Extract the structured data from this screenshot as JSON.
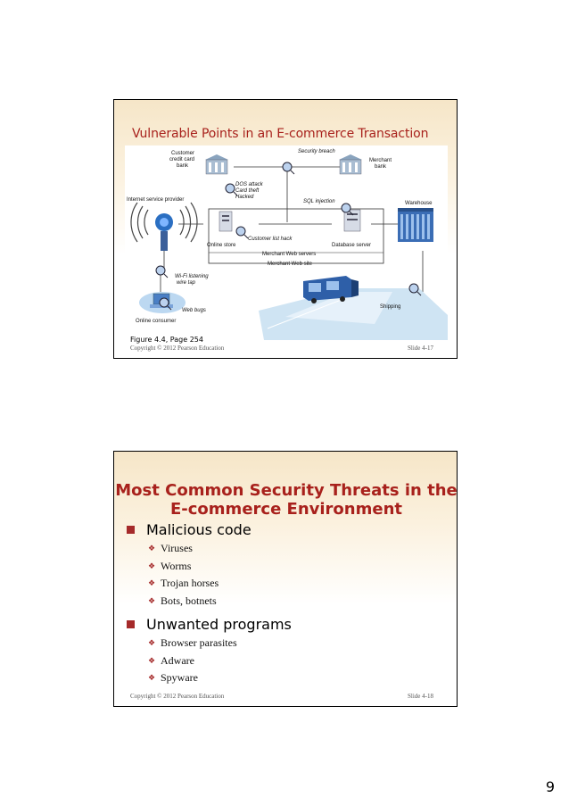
{
  "slide1": {
    "title": "Vulnerable Points in an E-commerce Transaction",
    "caption": "Figure 4.4, Page 254",
    "copyright": "Copyright © 2012 Pearson Education",
    "slide_number": "Slide 4-17",
    "diagram": {
      "customer_bank": "Customer\ncredit card\nbank",
      "security_breach": "Security breach",
      "merchant_bank": "Merchant\nbank",
      "isp": "Internet service provider",
      "dos": "DOS attack\nCard theft\nHacked",
      "sql": "SQL injection",
      "warehouse": "Warehouse",
      "online_store": "Online store",
      "list_hack": "Customer list hack",
      "db_server": "Database server",
      "merchant_servers": "Merchant Web servers",
      "merchant_site": "Merchant Web site",
      "wifi": "Wi-Fi listening\nwire tap",
      "web_bugs": "Web bugs",
      "online_consumer": "Online consumer",
      "shipping": "Shipping"
    }
  },
  "slide2": {
    "title_line1": "Most Common Security Threats in the",
    "title_line2": "E-commerce Environment",
    "groups": [
      {
        "label": "Malicious code",
        "items": [
          "Viruses",
          "Worms",
          "Trojan horses",
          "Bots, botnets"
        ]
      },
      {
        "label": "Unwanted programs",
        "items": [
          "Browser parasites",
          "Adware",
          "Spyware"
        ]
      }
    ],
    "copyright": "Copyright © 2012 Pearson Education",
    "slide_number": "Slide 4-18"
  },
  "page_number": "9",
  "colors": {
    "title": "#a8211c",
    "bullet": "#a52a2a",
    "header_band": "#f6e6c8"
  }
}
